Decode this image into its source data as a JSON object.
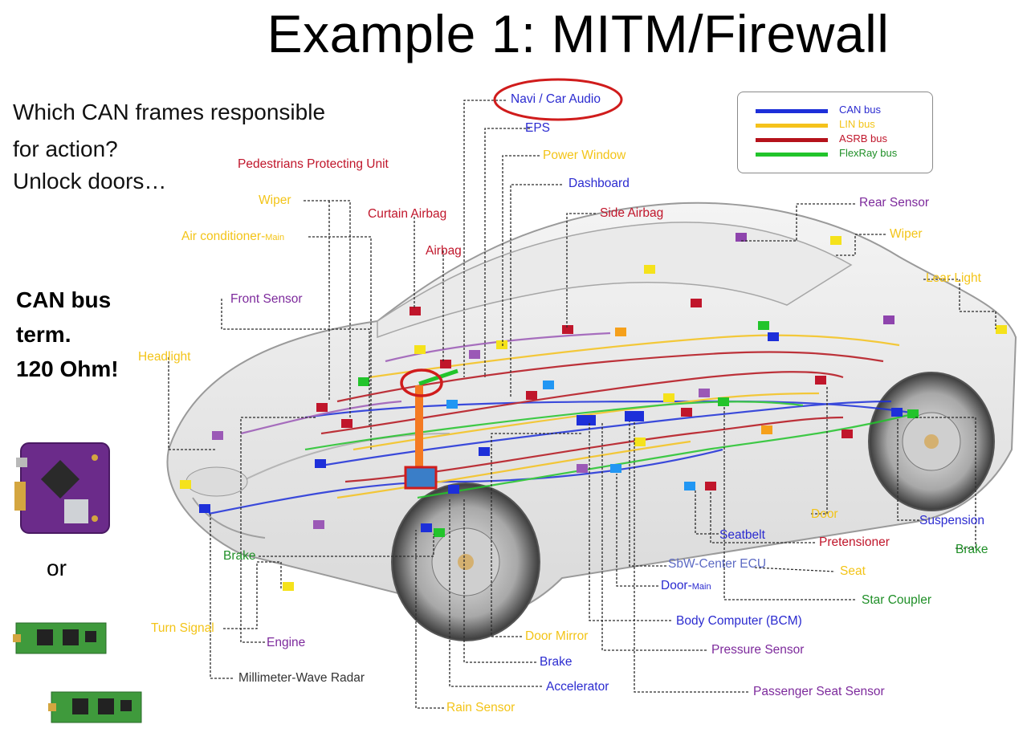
{
  "slide": {
    "title": "Example 1: MITM/Firewall",
    "question": [
      "Which CAN frames responsible",
      "for action?",
      "Unlock doors…"
    ],
    "termination_note": [
      "CAN bus",
      "term.",
      "120 Ohm!"
    ],
    "or_text": "or"
  },
  "legend": [
    {
      "label": "CAN bus",
      "color": "#1d2fd9"
    },
    {
      "label": "LIN bus",
      "color": "#f5c21b"
    },
    {
      "label": "ASRB bus",
      "color": "#b5121b"
    },
    {
      "label": "FlexRay bus",
      "color": "#22c42b"
    }
  ],
  "labels": {
    "navi": "Navi / Car Audio",
    "eps": "EPS",
    "power_window": "Power Window",
    "dashboard": "Dashboard",
    "side_airbag": "Side Airbag",
    "rear_sensor": "Rear Sensor",
    "wiper_rear": "Wiper",
    "lear_light": "Lear Light",
    "pedestrians": "Pedestrians Protecting Unit",
    "wiper_front": "Wiper",
    "curtain_airbag": "Curtain Airbag",
    "air_cond": "Air conditioner-",
    "air_cond_main": "Main",
    "airbag": "Airbag",
    "front_sensor": "Front Sensor",
    "headlight": "Headlight",
    "brake_left": "Brake",
    "turn_signal": "Turn Signal",
    "engine": "Engine",
    "mmw_radar": "Millimeter-Wave Radar",
    "rain_sensor": "Rain Sensor",
    "accelerator": "Accelerator",
    "brake_bottom": "Brake",
    "door_mirror": "Door Mirror",
    "passenger_seat": "Passenger Seat Sensor",
    "pressure_sensor": "Pressure Sensor",
    "bcm": "Body Computer (BCM)",
    "star_coupler": "Star Coupler",
    "door_main": "Door-",
    "door_main_sub": "Main",
    "sbw": "SbW-Center ECU",
    "seat": "Seat",
    "seatbelt": "Seatbelt",
    "pretensioner": "Pretensioner",
    "door": "Door",
    "suspension": "Suspension",
    "brake_right": "Brake"
  }
}
